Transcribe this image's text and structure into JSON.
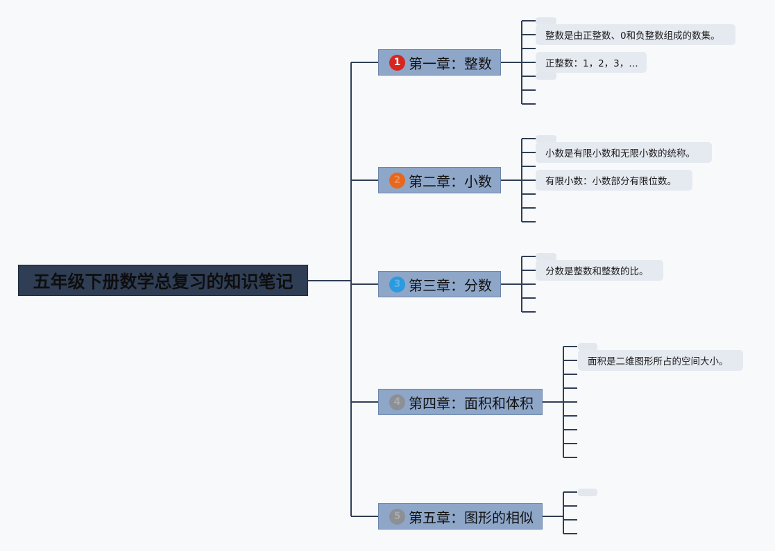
{
  "root": {
    "title": "五年级下册数学总复习的知识笔记"
  },
  "chapters": [
    {
      "number": "1",
      "label": "第一章：整数",
      "badge_color": "#d6261f",
      "notes": [
        "整数是由正整数、0和负整数组成的数集。",
        "正整数：1，2，3，…"
      ]
    },
    {
      "number": "2",
      "label": "第二章：小数",
      "badge_color": "#e8671c",
      "notes": [
        "小数是有限小数和无限小数的统称。",
        "有限小数：小数部分有限位数。"
      ]
    },
    {
      "number": "3",
      "label": "第三章：分数",
      "badge_color": "#2b9ae0",
      "notes": [
        "分数是整数和整数的比。"
      ]
    },
    {
      "number": "4",
      "label": "第四章：面积和体积",
      "badge_color": "#8c8f94",
      "notes": [
        "面积是二维图形所占的空间大小。"
      ]
    },
    {
      "number": "5",
      "label": "第五章：图形的相似",
      "badge_color": "#8c8f94",
      "notes": []
    }
  ],
  "colors": {
    "connector": "#2f3e55",
    "chapter_fill": "#8ea6c8",
    "note_fill": "#e5e9f0",
    "root_fill": "#2f3e55"
  }
}
